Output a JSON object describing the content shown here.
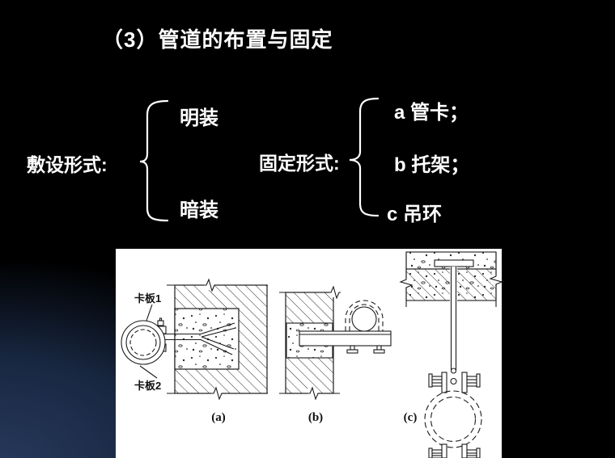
{
  "slide_title": "（3）管道的布置与固定",
  "deployment": {
    "label": "敷设形式:",
    "items": [
      "明装",
      "暗装"
    ]
  },
  "fixing": {
    "label": "固定形式:",
    "items": [
      "a 管卡；",
      "b 托架；",
      "c 吊环"
    ]
  },
  "figure": {
    "labels": {
      "clamp_plate_1": "卡板1",
      "clamp_plate_2": "卡板2"
    },
    "captions": [
      "(a)",
      "(b)",
      "(c)"
    ]
  },
  "colors": {
    "background": "#000000",
    "corner_glow": "#27395c",
    "text": "#ffffff",
    "panel_background": "#ffffff",
    "drawing_line": "#1a1a1a"
  }
}
